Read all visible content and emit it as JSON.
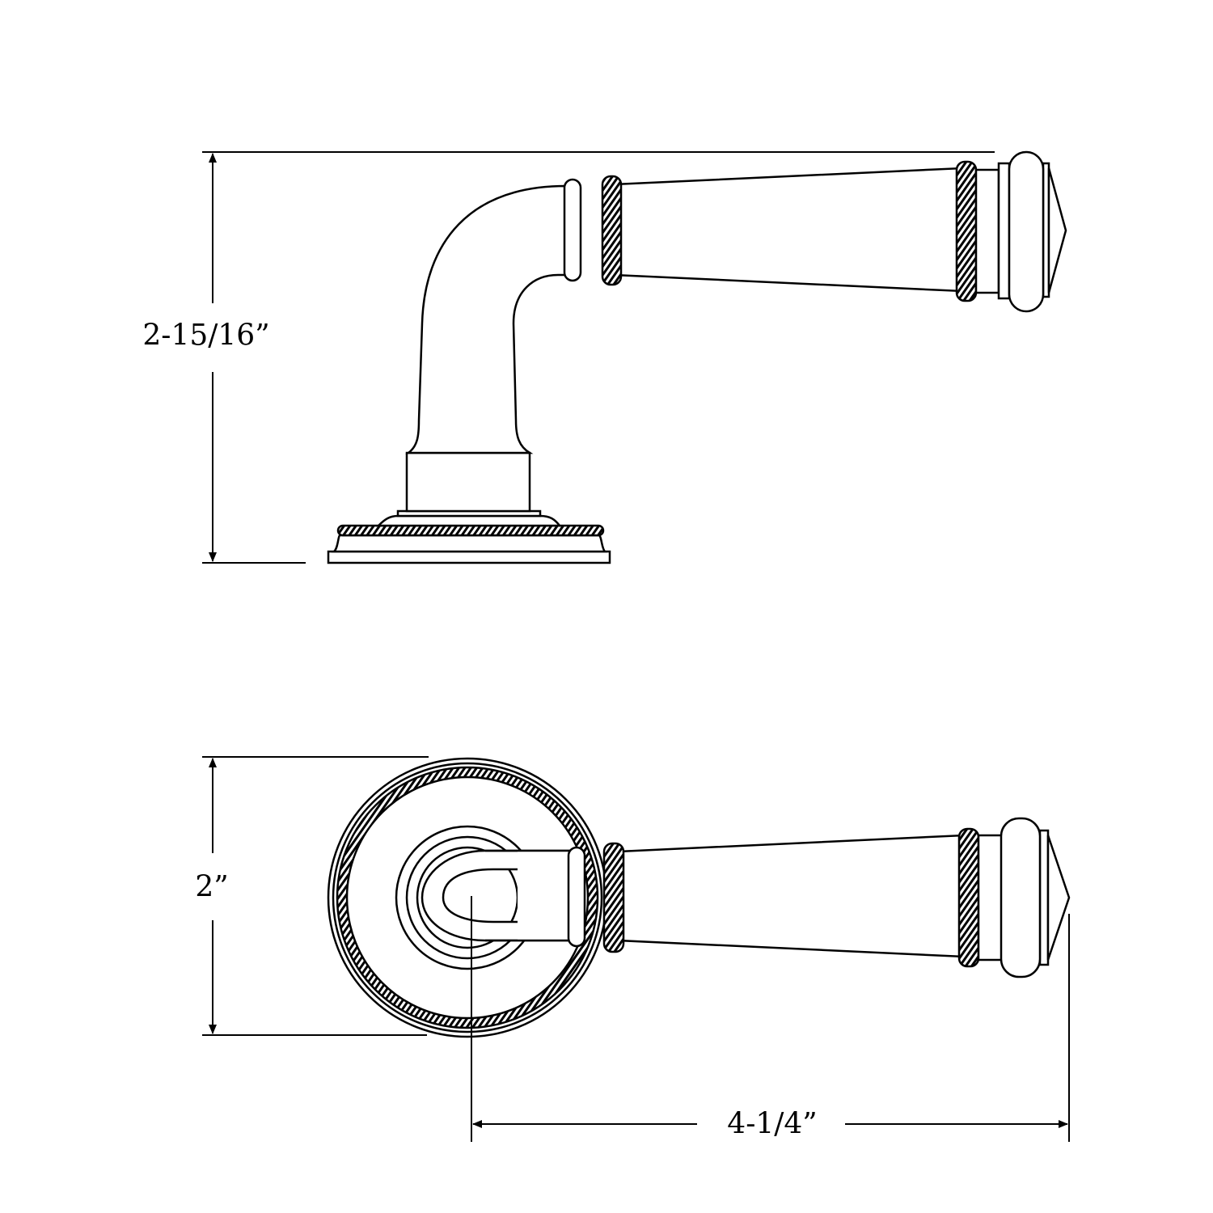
{
  "dimensions": {
    "side_height": "2-15/16”",
    "rose_diameter": "2”",
    "lever_length": "4-1/4”"
  },
  "colors": {
    "line": "#000000",
    "background": "#ffffff"
  }
}
